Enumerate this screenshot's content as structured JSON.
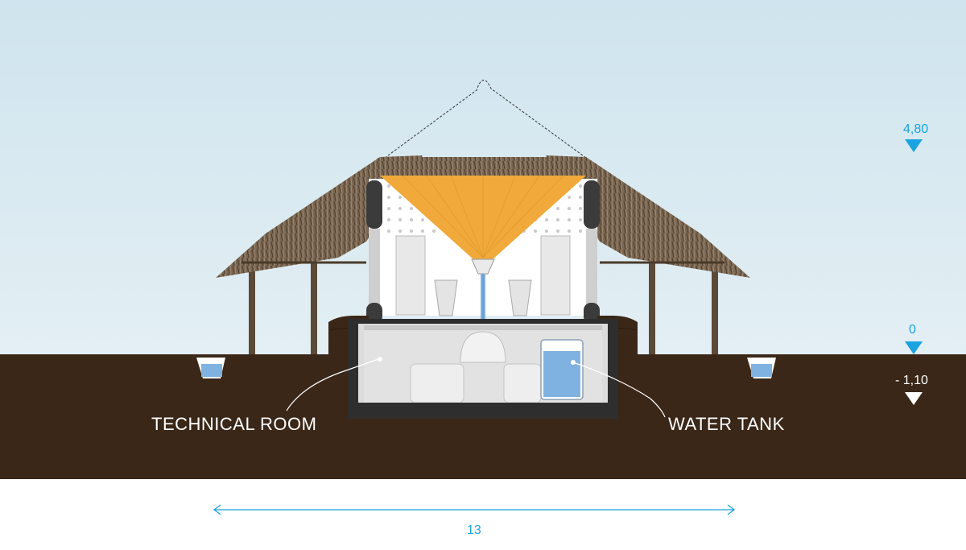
{
  "labels": {
    "technical_room": "TECHNICAL ROOM",
    "water_tank": "WATER TANK"
  },
  "levels": {
    "top": "4,80",
    "ground": "0",
    "basement": "- 1,10"
  },
  "dimension": {
    "width": "13"
  },
  "colors": {
    "sky": "#d7e9f1",
    "ground": "#3a2718",
    "funnel": "#f0a93a",
    "water": "#7fb2e0",
    "accent_blue": "#1aa3e0",
    "wall": "#3a3a3a",
    "thatch": "#6e5c48"
  }
}
